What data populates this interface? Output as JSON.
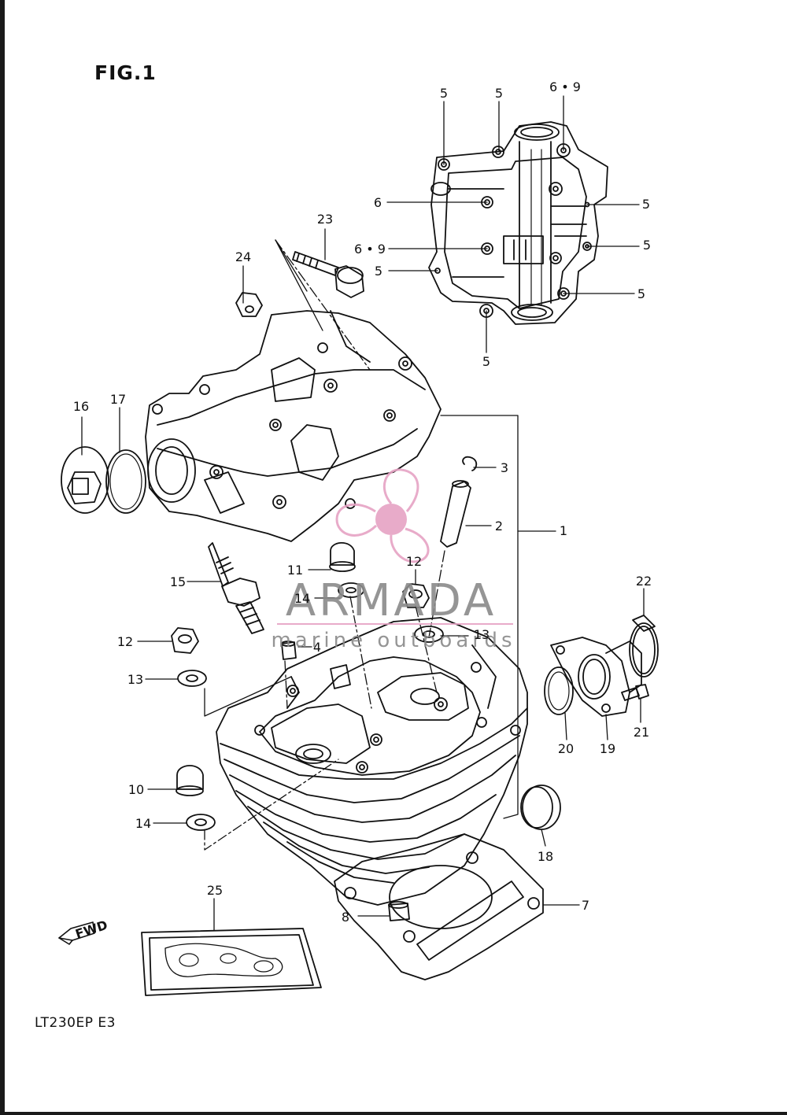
{
  "figure": {
    "title": "FIG.1",
    "model_code": "LT230EP  E3"
  },
  "watermark": {
    "brand": "ARMADA",
    "tagline": "marine outboards",
    "accent_color": "#e6a3c4",
    "text_color": "#8a8a8a"
  },
  "fwd_arrow": {
    "label": "FWD"
  },
  "callouts": {
    "c1": "1",
    "c2": "2",
    "c3": "3",
    "c4": "4",
    "c5a": "5",
    "c5b": "5",
    "c5c": "5",
    "c5d": "5",
    "c5e": "5",
    "c5f": "5",
    "c5g": "5",
    "c6": "6",
    "c69a": "6 • 9",
    "c69b": "6 • 9",
    "c7": "7",
    "c8": "8",
    "c10": "10",
    "c11": "11",
    "c12a": "12",
    "c12b": "12",
    "c13a": "13",
    "c13b": "13",
    "c14a": "14",
    "c14b": "14",
    "c15": "15",
    "c16": "16",
    "c17": "17",
    "c18": "18",
    "c19": "19",
    "c20": "20",
    "c21": "21",
    "c22": "22",
    "c23": "23",
    "c24": "24",
    "c25": "25"
  }
}
